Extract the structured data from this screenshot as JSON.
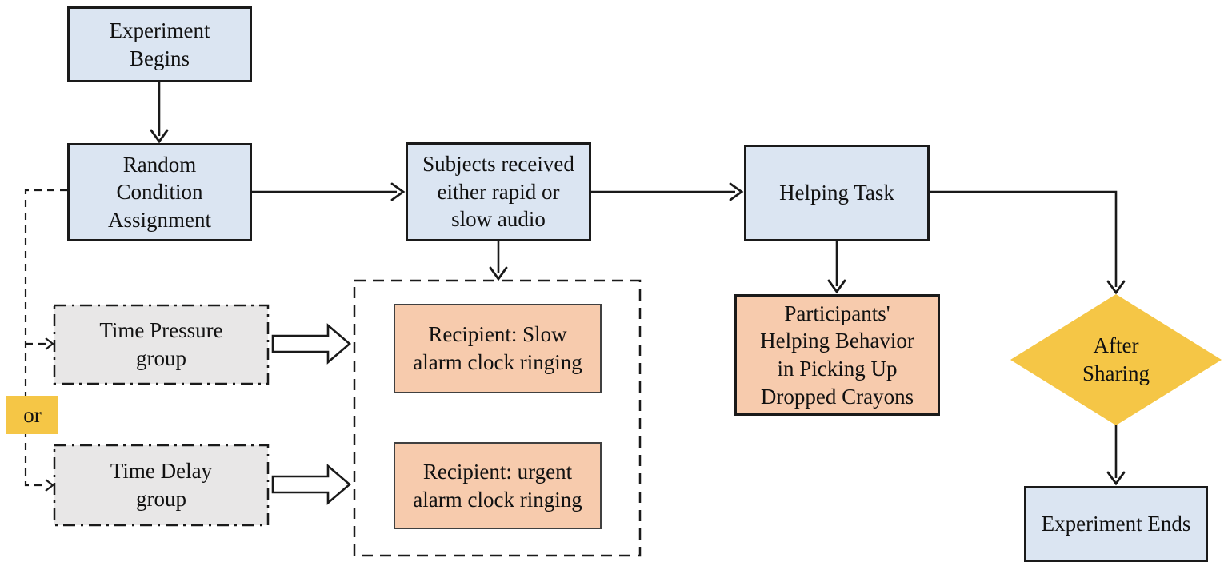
{
  "diagram": {
    "type": "flowchart",
    "nodes": {
      "experiment_begins": {
        "label": "Experiment\nBegins"
      },
      "random_condition": {
        "label": "Random\nCondition\nAssignment"
      },
      "subjects_received": {
        "label": "Subjects received\neither rapid or\nslow audio"
      },
      "helping_task": {
        "label": "Helping Task"
      },
      "time_pressure_group": {
        "label": "Time Pressure\ngroup"
      },
      "or_connector": {
        "label": "or"
      },
      "time_delay_group": {
        "label": "Time Delay\ngroup"
      },
      "recipient_slow": {
        "label": "Recipient: Slow\nalarm clock ringing"
      },
      "recipient_urgent": {
        "label": "Recipient: urgent\nalarm clock ringing"
      },
      "participants_behavior": {
        "label": "Participants'\nHelping Behavior\nin Picking Up\nDropped Crayons"
      },
      "after_sharing": {
        "label": "After\nSharing"
      },
      "experiment_ends": {
        "label": "Experiment Ends"
      }
    },
    "edges": [
      "experiment_begins -> random_condition",
      "random_condition -> subjects_received",
      "random_condition -(dashed, or)-> time_pressure_group",
      "random_condition -(dashed, or)-> time_delay_group",
      "time_pressure_group => recipient_slow",
      "time_delay_group => recipient_urgent",
      "subjects_received -> recipients_container",
      "subjects_received -> helping_task",
      "helping_task -> participants_behavior",
      "helping_task -> after_sharing",
      "after_sharing -> experiment_ends"
    ]
  },
  "colors": {
    "node_blue": "#dbe5f2",
    "node_orange": "#f7cbad",
    "node_gray": "#e8e7e7",
    "gold": "#f5c646",
    "line": "#1a1a1a"
  }
}
